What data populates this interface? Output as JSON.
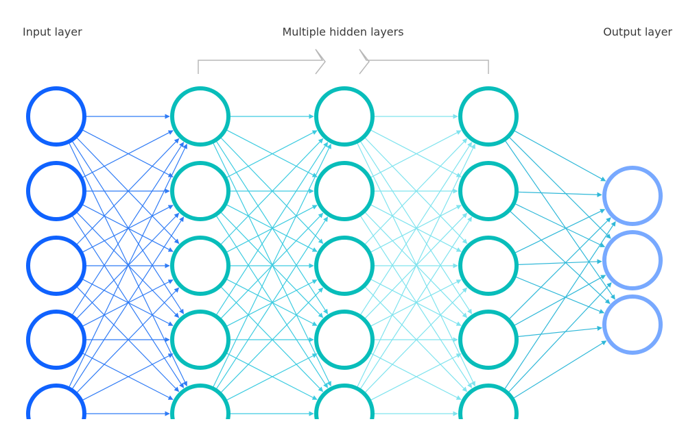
{
  "labels": {
    "input": "Input layer",
    "hidden": "Multiple hidden layers",
    "output": "Output layer"
  },
  "layers": [
    {
      "role": "input",
      "nodes": 5,
      "ring": "#0f62fe",
      "edge_color": "#2f7bf5"
    },
    {
      "role": "hidden",
      "nodes": 5,
      "ring": "#08bdba",
      "edge_color": "#3ccbe0"
    },
    {
      "role": "hidden",
      "nodes": 5,
      "ring": "#08bdba",
      "edge_color": "#7fe3ee"
    },
    {
      "role": "hidden",
      "nodes": 5,
      "ring": "#08bdba",
      "edge_color": "#2fb8d8"
    },
    {
      "role": "output",
      "nodes": 3,
      "ring": "#78a9ff",
      "edge_color": null
    }
  ],
  "colors": {
    "bracket": "#b8b8b8",
    "text": "#3a3a3a"
  }
}
